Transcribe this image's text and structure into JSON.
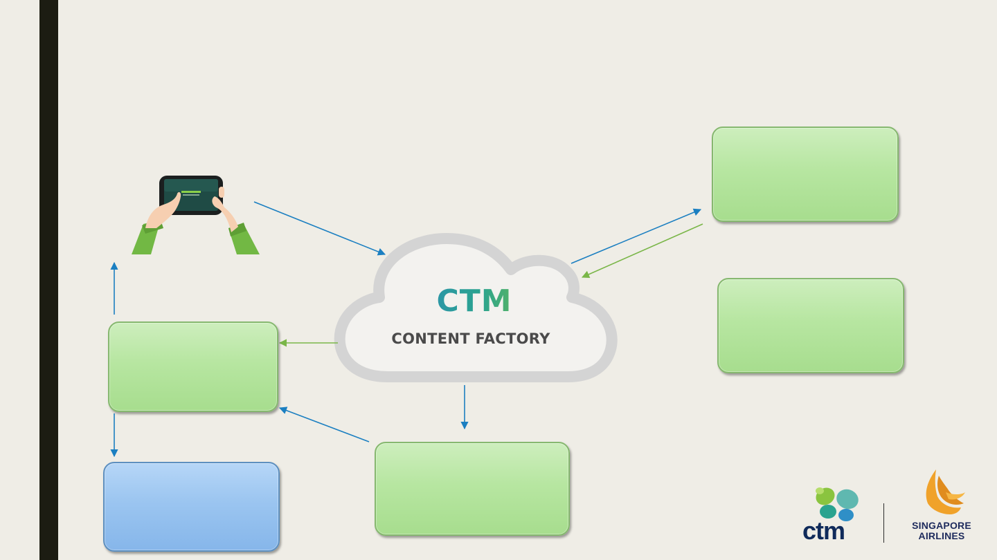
{
  "cloud": {
    "logo": "CTM",
    "caption": "CONTENT FACTORY"
  },
  "brands": {
    "ctm_wordmark": "ctm",
    "airline_line1": "SINGAPORE",
    "airline_line2": "AIRLINES"
  },
  "colors": {
    "background": "#efede6",
    "sidebar_bar": "#1c1c12",
    "box_green": "#b7e6a1",
    "box_blue": "#9bc5f0",
    "arrow_blue": "#1b7fc1",
    "arrow_green": "#7ab648",
    "ctm_teal": "#2aa38f",
    "airline_orange": "#f0a22a",
    "airline_navy": "#1d2a5c"
  },
  "icons": {
    "tablet": "hands-holding-tablet-icon",
    "cloud": "cloud-icon",
    "ctm_logo": "ctm-butterfly-logo-icon",
    "airline_logo": "singapore-airlines-bird-logo-icon"
  }
}
